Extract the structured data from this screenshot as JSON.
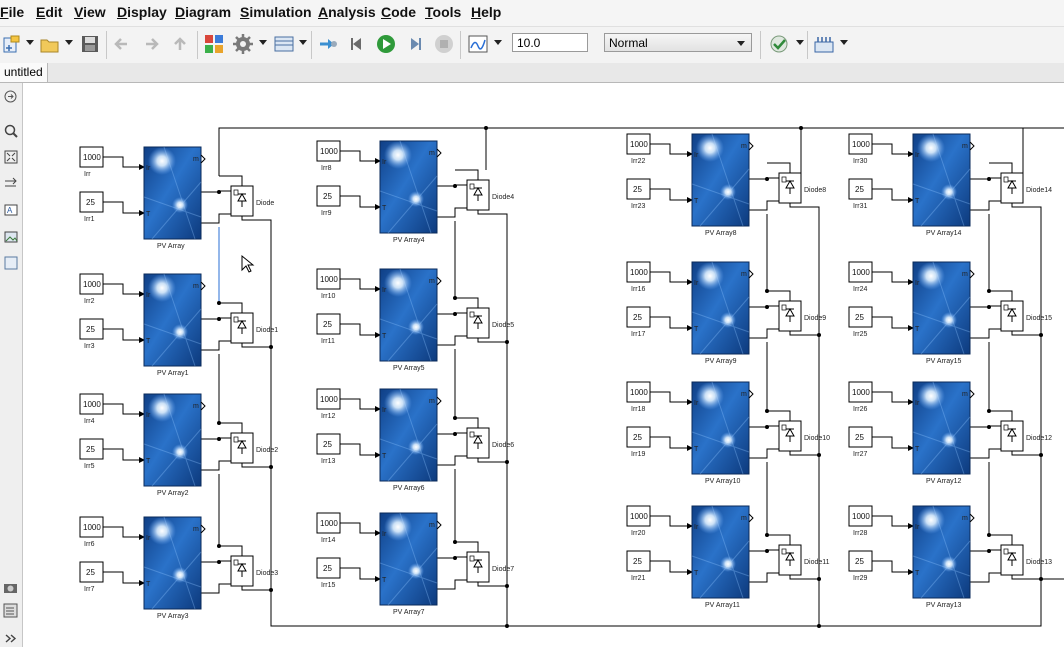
{
  "menu": [
    "File",
    "Edit",
    "View",
    "Display",
    "Diagram",
    "Simulation",
    "Analysis",
    "Code",
    "Tools",
    "Help"
  ],
  "menu_mnemonic_index": [
    0,
    0,
    0,
    0,
    0,
    0,
    0,
    0,
    0,
    0
  ],
  "toolbar": {
    "stop_time": "10.0",
    "sim_mode": "Normal"
  },
  "tab": {
    "label": "untitled"
  },
  "diagram": {
    "columns": [
      {
        "arrays": [
          {
            "name": "PV Array",
            "irr": "1000",
            "temp": "25",
            "irr_label": "Irr",
            "temp_label": "Irr1",
            "diode": "Diode"
          },
          {
            "name": "PV Array1",
            "irr": "1000",
            "temp": "25",
            "irr_label": "Irr2",
            "temp_label": "Irr3",
            "diode": "Diode1"
          },
          {
            "name": "PV Array2",
            "irr": "1000",
            "temp": "25",
            "irr_label": "Irr4",
            "temp_label": "Irr5",
            "diode": "Diode2"
          },
          {
            "name": "PV Array3",
            "irr": "1000",
            "temp": "25",
            "irr_label": "Irr6",
            "temp_label": "Irr7",
            "diode": "Diode3"
          }
        ]
      },
      {
        "arrays": [
          {
            "name": "PV Array4",
            "irr": "1000",
            "temp": "25",
            "irr_label": "Irr8",
            "temp_label": "Irr9",
            "diode": "Diode4"
          },
          {
            "name": "PV Array5",
            "irr": "1000",
            "temp": "25",
            "irr_label": "Irr10",
            "temp_label": "Irr11",
            "diode": "Diode5"
          },
          {
            "name": "PV Array6",
            "irr": "1000",
            "temp": "25",
            "irr_label": "Irr12",
            "temp_label": "Irr13",
            "diode": "Diode6"
          },
          {
            "name": "PV Array7",
            "irr": "1000",
            "temp": "25",
            "irr_label": "Irr14",
            "temp_label": "Irr15",
            "diode": "Diode7"
          }
        ]
      },
      {
        "arrays": [
          {
            "name": "PV Array8",
            "irr": "1000",
            "temp": "25",
            "irr_label": "Irr22",
            "temp_label": "Irr23",
            "diode": "Diode8"
          },
          {
            "name": "PV Array9",
            "irr": "1000",
            "temp": "25",
            "irr_label": "Irr16",
            "temp_label": "Irr17",
            "diode": "Diode9"
          },
          {
            "name": "PV Array10",
            "irr": "1000",
            "temp": "25",
            "irr_label": "Irr18",
            "temp_label": "Irr19",
            "diode": "Diode10"
          },
          {
            "name": "PV Array11",
            "irr": "1000",
            "temp": "25",
            "irr_label": "Irr20",
            "temp_label": "Irr21",
            "diode": "Diode11"
          }
        ]
      },
      {
        "arrays": [
          {
            "name": "PV Array14",
            "irr": "1000",
            "temp": "25",
            "irr_label": "Irr30",
            "temp_label": "Irr31",
            "diode": "Diode14"
          },
          {
            "name": "PV Array15",
            "irr": "1000",
            "temp": "25",
            "irr_label": "Irr24",
            "temp_label": "Irr25",
            "diode": "Diode15"
          },
          {
            "name": "PV Array12",
            "irr": "1000",
            "temp": "25",
            "irr_label": "Irr26",
            "temp_label": "Irr27",
            "diode": "Diode12"
          },
          {
            "name": "PV Array13",
            "irr": "1000",
            "temp": "25",
            "irr_label": "Irr28",
            "temp_label": "Irr29",
            "diode": "Diode13"
          }
        ]
      }
    ],
    "port_labels": {
      "irradiance": "Ir",
      "temperature": "T",
      "measure": "m"
    }
  },
  "icons": {
    "toolbar": [
      "new-model-icon",
      "open-icon",
      "save-icon",
      "back-icon",
      "forward-icon",
      "up-icon",
      "library-browser-icon",
      "model-config-icon",
      "model-explorer-icon",
      "step-back-icon",
      "run-icon",
      "step-forward-icon",
      "stop-icon",
      "data-inspector-icon",
      "model-advisor-icon",
      "build-icon"
    ],
    "palette": [
      "hide-browser-icon",
      "zoom-icon",
      "fit-view-icon",
      "arrow-icon",
      "annotation-icon",
      "image-icon",
      "area-icon",
      "camera-icon",
      "model-browser-icon",
      "expand-icon"
    ]
  },
  "colors": {
    "pv_block": "#1d5aa8",
    "wire": "#000000",
    "highlight_wire": "#2a6fd6"
  }
}
